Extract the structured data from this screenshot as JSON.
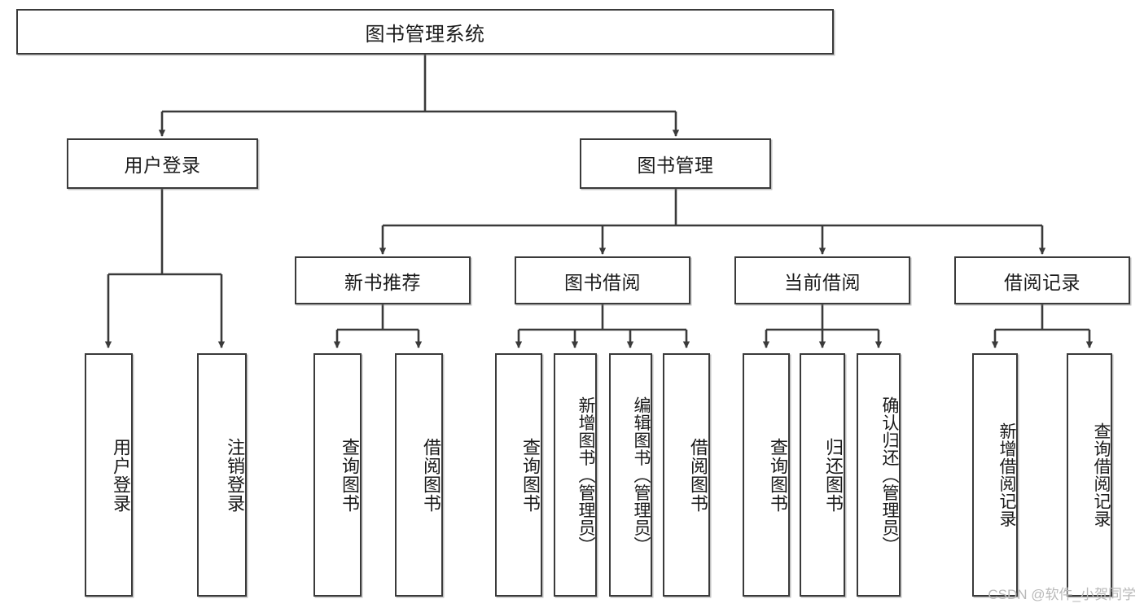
{
  "diagram": {
    "type": "tree-hierarchy-flowchart",
    "title": "图书管理系统",
    "line_color": "#3a3a3a",
    "box_fill": "#ffffff",
    "text_color": "#1a1a1a",
    "watermark": "CSDN @软件_小贺同学",
    "levels": {
      "root": {
        "label": "图书管理系统"
      },
      "level2": [
        {
          "label": "用户登录"
        },
        {
          "label": "图书管理"
        }
      ],
      "level3": [
        {
          "label": "新书推荐"
        },
        {
          "label": "图书借阅"
        },
        {
          "label": "当前借阅"
        },
        {
          "label": "借阅记录"
        }
      ],
      "leaves": {
        "user_login": [
          {
            "label": "用户登录"
          },
          {
            "label": "注销登录"
          }
        ],
        "new_book_recommend": [
          {
            "label": "查询图书"
          },
          {
            "label": "借阅图书"
          }
        ],
        "book_borrow": [
          {
            "label": "查询图书"
          },
          {
            "label": "新增图书（管理员）"
          },
          {
            "label": "编辑图书（管理员）"
          },
          {
            "label": "借阅图书"
          }
        ],
        "current_borrow": [
          {
            "label": "查询图书"
          },
          {
            "label": "归还图书"
          },
          {
            "label": "确认归还（管理员）"
          }
        ],
        "borrow_records": [
          {
            "label": "新增借阅记录"
          },
          {
            "label": "查询借阅记录"
          }
        ]
      }
    }
  }
}
